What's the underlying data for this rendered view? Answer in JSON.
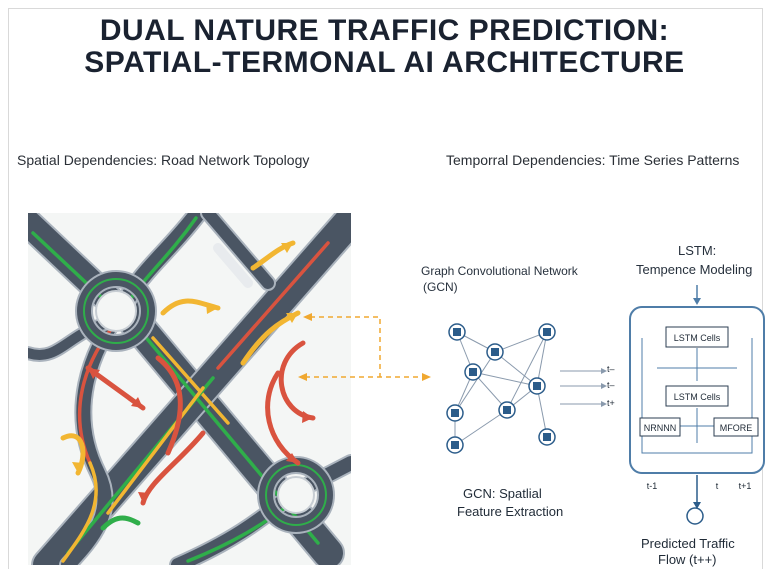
{
  "title": {
    "line1": "DUAL NATURE TRAFFIC PREDICTION:",
    "line2": "SPATIAL-TERMONAL AI ARCHITECTURE"
  },
  "sections": {
    "spatial": "Spatial Dependencies: Road Network Topology",
    "temporal": "Temporral Dependencies: Time Series Patterns"
  },
  "gcn": {
    "title_line1": "Graph Convolutional Network",
    "title_line2": "(GCN)",
    "caption_line1": "GCN: Spatlial",
    "caption_line2": "Feature Extraction",
    "time_labels": [
      "t–",
      "t–",
      "t+"
    ]
  },
  "lstm": {
    "title_line1": "LSTM:",
    "title_line2": "Tempence Modeling",
    "cell_top": "LSTM Cells",
    "cell_mid": "LSTM Cells",
    "box_left": "NRNNN",
    "box_right": "MFORE",
    "ticks": [
      "t-1",
      "t",
      "t+1"
    ]
  },
  "output": {
    "line1": "Predicted Traffic",
    "line2": "Flow (t++)"
  },
  "colors": {
    "road": "#4a5563",
    "road_edge": "#aab3bd",
    "green": "#2fae4a",
    "yellow": "#f2b632",
    "red": "#d9533f",
    "blue_node": "#2b5c8a",
    "lstm_border": "#4f7da8",
    "dashed": "#f0a830"
  }
}
